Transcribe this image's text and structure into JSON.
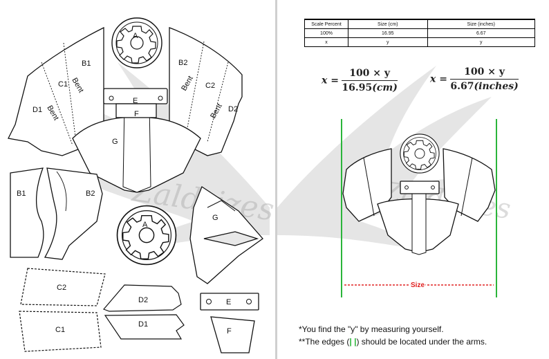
{
  "watermark": {
    "text": "Zaldrizes"
  },
  "left_page": {
    "pieces": {
      "a_top": "A",
      "b1_top": "B1",
      "b2_top": "B2",
      "c1_top": "C1",
      "c2_top": "C2",
      "d1_top": "D1",
      "d2_top": "D2",
      "e_top": "E",
      "f_top": "F",
      "g_top": "G",
      "b1": "B1",
      "b2": "B2",
      "a": "A",
      "g": "G",
      "c2": "C2",
      "c1": "C1",
      "d2": "D2",
      "d1": "D1",
      "e": "E",
      "f": "F"
    },
    "bent_label": "Bent"
  },
  "right_page": {
    "table": {
      "headers": [
        "Scale Percent",
        "Size (cm)",
        "Size (inches)"
      ],
      "rows": [
        [
          "100%",
          "16.95",
          "6.67"
        ],
        [
          "x",
          "y",
          "y"
        ]
      ]
    },
    "formula_cm": {
      "lhs": "x =",
      "numerator": "100 × y",
      "denominator_value": "16.95",
      "denominator_unit": "(cm)"
    },
    "formula_in": {
      "lhs": "x =",
      "numerator": "100 × y",
      "denominator_value": "6.67",
      "denominator_unit": "(inches)"
    },
    "size_label": "Size",
    "note_1": "*You find the \"y\" by measuring yourself.",
    "note_2_prefix": "**The edges (",
    "note_2_marks": "| |",
    "note_2_suffix": ") should be located under the arms.",
    "colors": {
      "guide_green": "#2ab53a",
      "size_red": "#e02020"
    }
  }
}
